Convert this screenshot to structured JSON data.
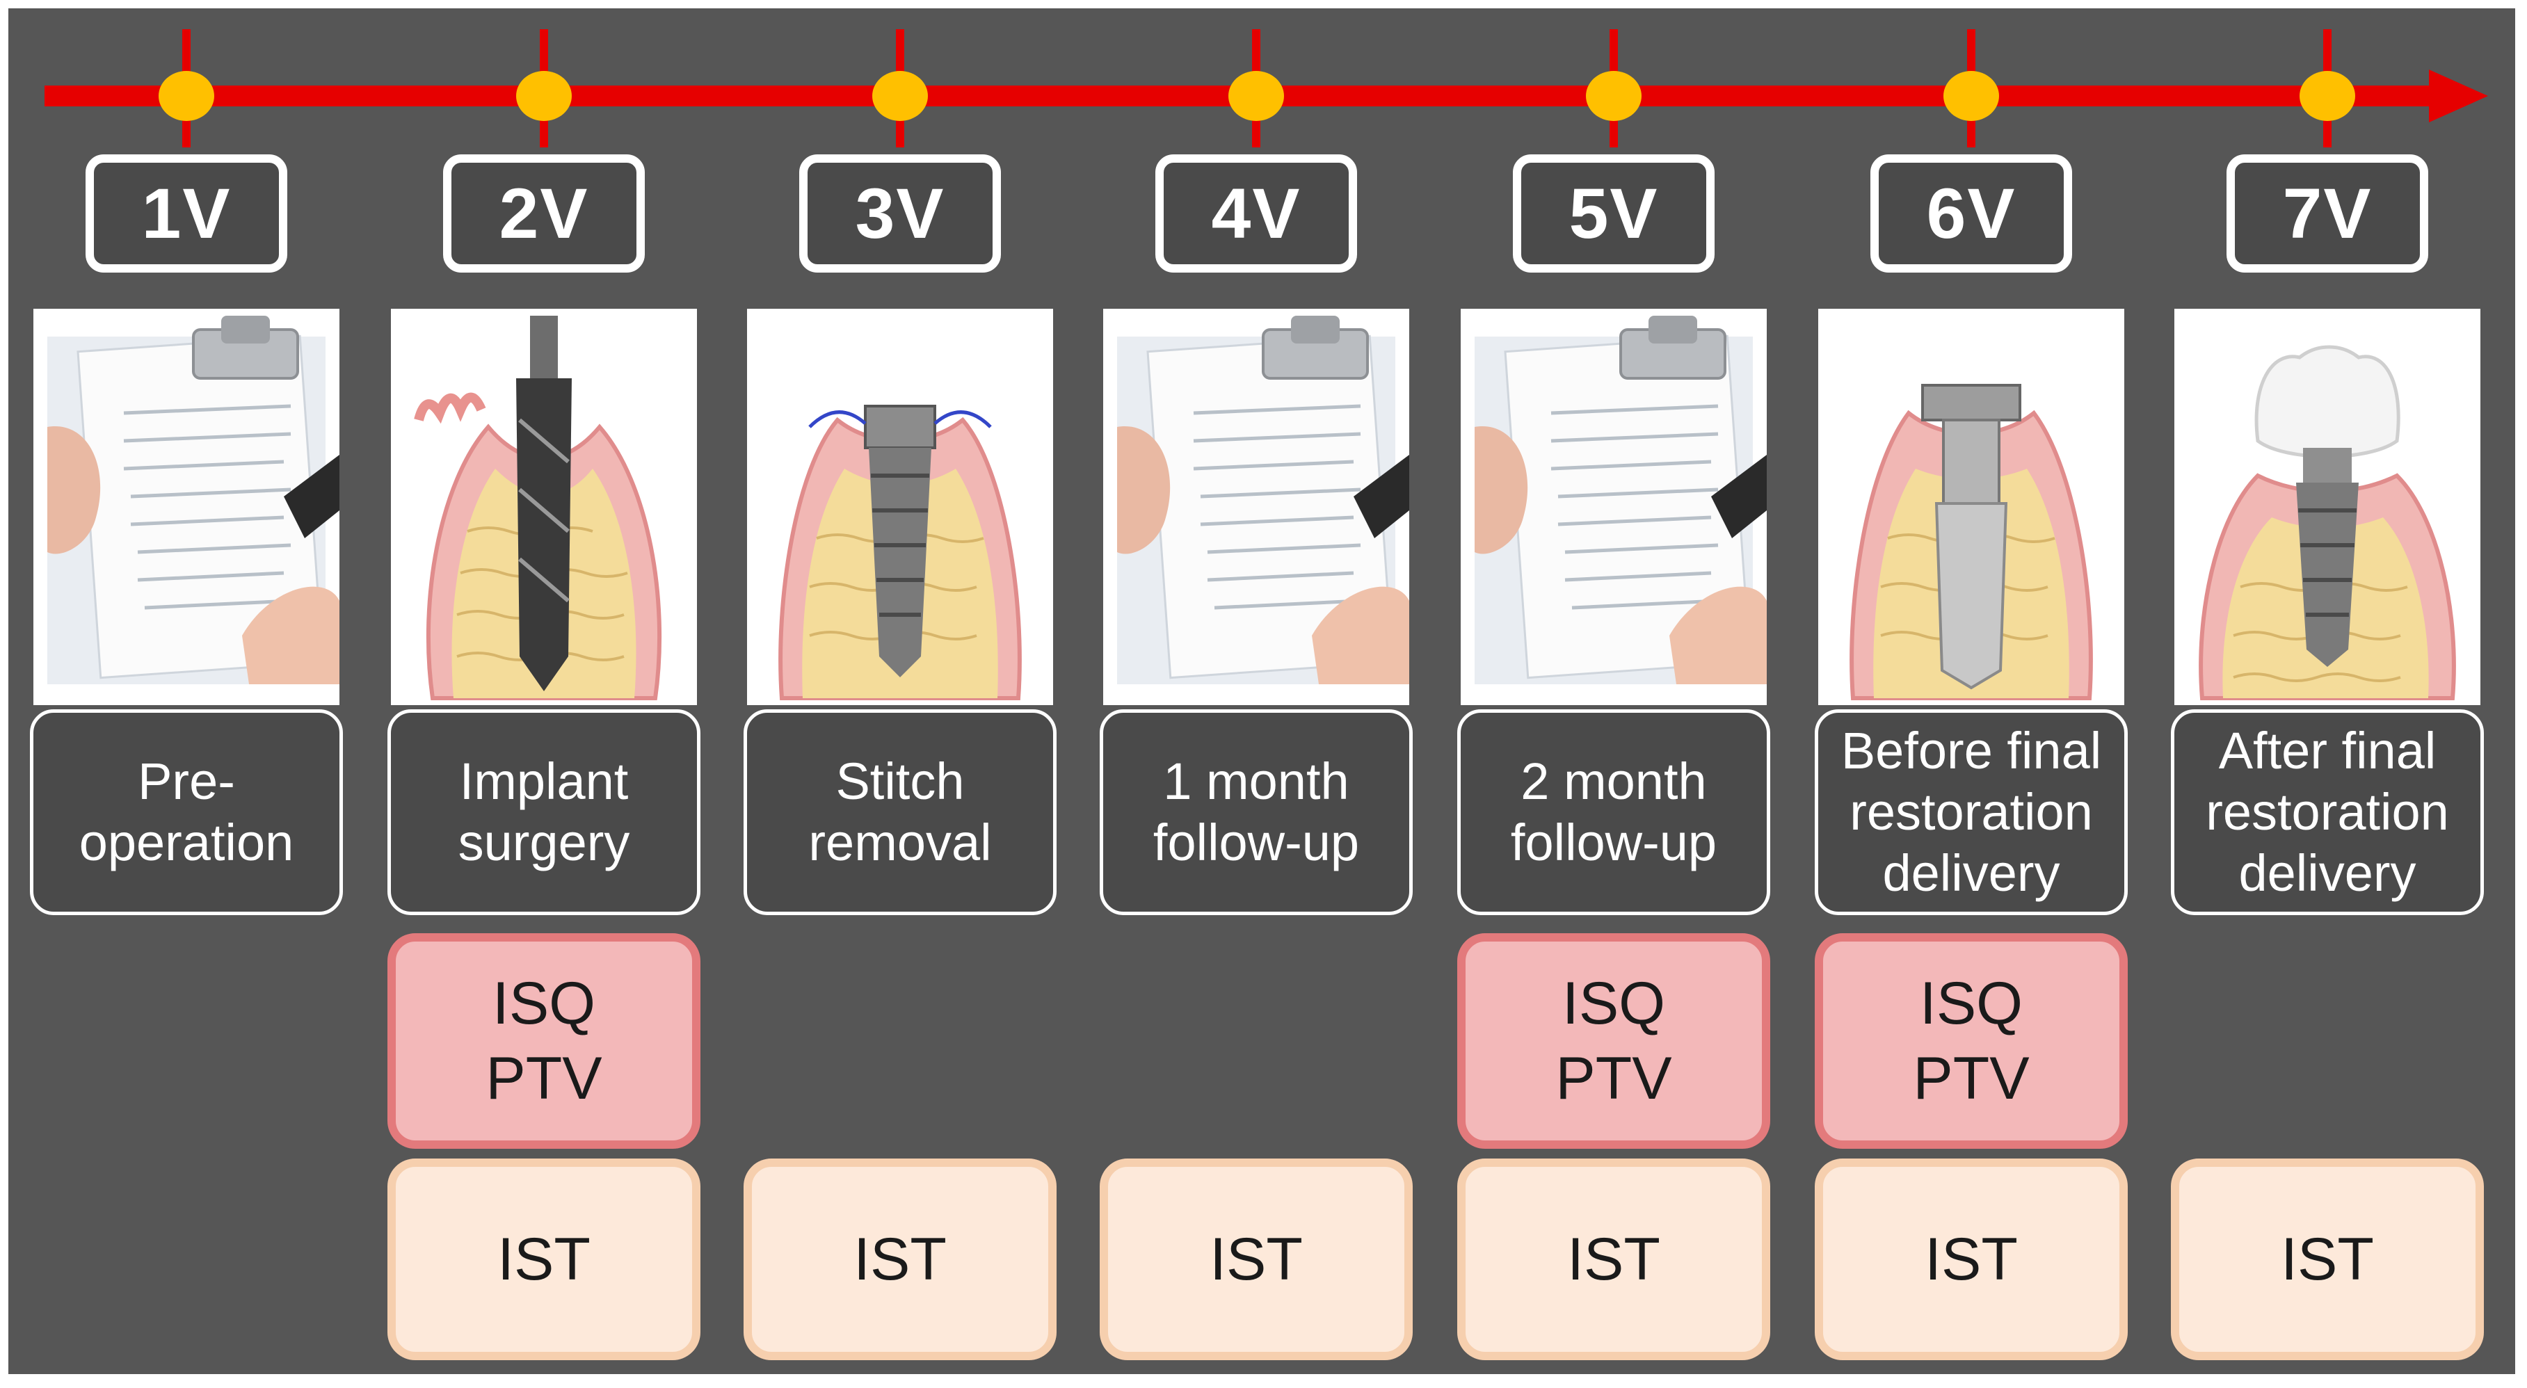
{
  "colors": {
    "background": "#565656",
    "timeline": "#e60000",
    "timeline_dot": "#ffc000",
    "pink_fill": "#f3b8b9",
    "pink_border": "#e37a7c",
    "peach_fill": "#fde9da",
    "peach_border": "#f6cfae"
  },
  "visits": [
    {
      "id": "1V",
      "picture": "clipboard-form-icon",
      "label": [
        "Pre-",
        "operation"
      ],
      "tests": {
        "pink": [],
        "peach": ""
      }
    },
    {
      "id": "2V",
      "picture": "drill-in-bone-icon",
      "label": [
        "Implant",
        "surgery"
      ],
      "tests": {
        "pink": [
          "ISQ",
          "PTV"
        ],
        "peach": "IST"
      }
    },
    {
      "id": "3V",
      "picture": "implant-with-stitches-icon",
      "label": [
        "Stitch",
        "removal"
      ],
      "tests": {
        "pink": [],
        "peach": "IST"
      }
    },
    {
      "id": "4V",
      "picture": "clipboard-form-icon",
      "label": [
        "1 month",
        "follow-up"
      ],
      "tests": {
        "pink": [],
        "peach": "IST"
      }
    },
    {
      "id": "5V",
      "picture": "clipboard-form-icon",
      "label": [
        "2 month",
        "follow-up"
      ],
      "tests": {
        "pink": [
          "ISQ",
          "PTV"
        ],
        "peach": "IST"
      }
    },
    {
      "id": "6V",
      "picture": "abutment-implant-icon",
      "label": [
        "Before final",
        "restoration",
        "delivery"
      ],
      "tests": {
        "pink": [
          "ISQ",
          "PTV"
        ],
        "peach": "IST"
      }
    },
    {
      "id": "7V",
      "picture": "crown-on-implant-icon",
      "label": [
        "After final",
        "restoration",
        "delivery"
      ],
      "tests": {
        "pink": [],
        "peach": "IST"
      }
    }
  ]
}
